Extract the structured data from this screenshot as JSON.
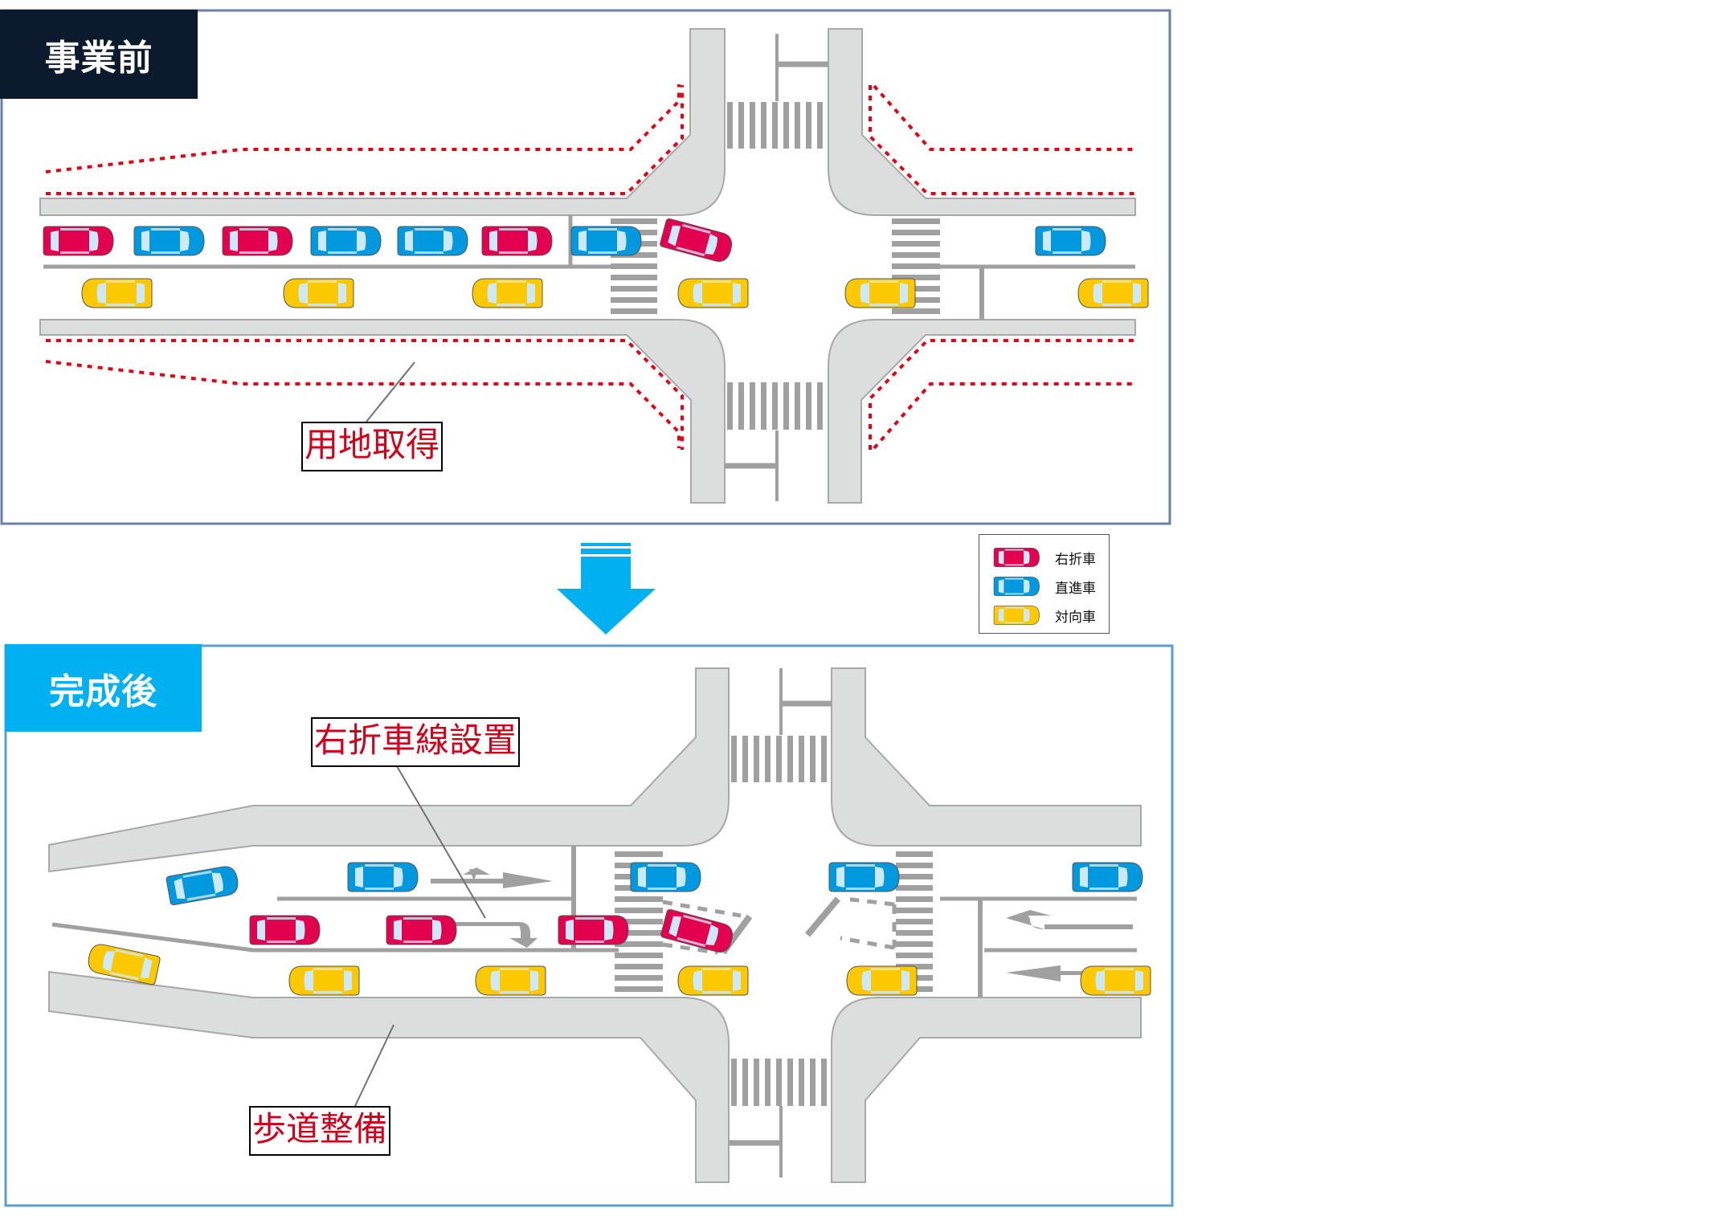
{
  "panels": {
    "before": {
      "title": "事業前",
      "title_color": "#0c1a2e",
      "border_color": "#6b7fa8",
      "callouts": [
        {
          "label": "用地取得"
        }
      ],
      "lanes": {
        "westbound_queue": [
          "right-turn",
          "straight",
          "right-turn",
          "straight",
          "straight",
          "right-turn",
          "straight",
          "right-turn-turning"
        ],
        "eastbound_east_queue": [
          "straight"
        ],
        "oncoming": [
          "oncoming",
          "oncoming",
          "oncoming",
          "oncoming",
          "oncoming",
          "oncoming"
        ]
      }
    },
    "after": {
      "title": "完成後",
      "title_color": "#00b0f0",
      "border_color": "#5b9bd5",
      "callouts": [
        {
          "label": "右折車線設置"
        },
        {
          "label": "歩道整備"
        }
      ],
      "lanes": {
        "through_lane": [
          "straight",
          "straight",
          "straight",
          "straight",
          "straight"
        ],
        "right_turn_lane": [
          "right-turn",
          "right-turn",
          "right-turn",
          "right-turn-turning"
        ],
        "oncoming": [
          "oncoming",
          "oncoming",
          "oncoming",
          "oncoming",
          "oncoming",
          "oncoming"
        ]
      }
    }
  },
  "transition_arrow": {
    "icon": "down-arrow-icon",
    "color": "#00b0f0"
  },
  "legend": {
    "items": [
      {
        "type": "right-turn",
        "label": "右折車",
        "color": "#e3004f"
      },
      {
        "type": "straight",
        "label": "直進車",
        "color": "#0099e0"
      },
      {
        "type": "oncoming",
        "label": "対向車",
        "color": "#fcc800"
      }
    ]
  },
  "colors": {
    "sidewalk": "#dcdddd",
    "marking": "#a0a0a0",
    "land_acquisition_boundary": "#e60012",
    "window_glass": "#cde9f8"
  }
}
